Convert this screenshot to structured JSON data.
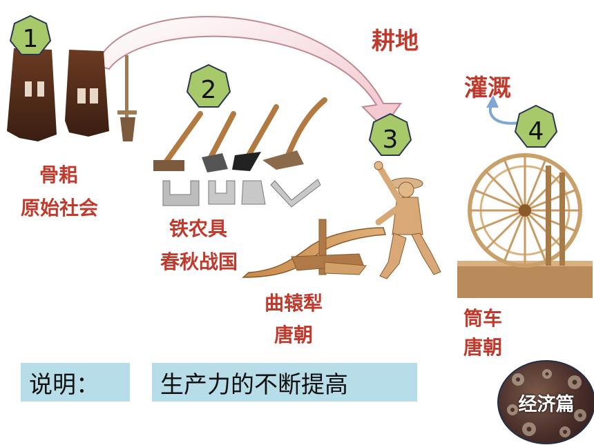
{
  "steps": [
    {
      "num": "1",
      "tool": "骨耜",
      "era": "原始社会"
    },
    {
      "num": "2",
      "tool": "铁农具",
      "era": "春秋战国"
    },
    {
      "num": "3",
      "tool": "曲辕犁",
      "era": "唐朝"
    },
    {
      "num": "4",
      "tool": "筒车",
      "era": "唐朝"
    }
  ],
  "annotations": {
    "plowing": "耕地",
    "irrigation": "灌溉"
  },
  "note": {
    "label": "说明：",
    "text": "生产力的不断提高"
  },
  "badge": {
    "text": "经济篇"
  },
  "colors": {
    "label_red": "#c0392b",
    "heptagon_fill": "#a8c96a",
    "note_bg": "#b7dde8",
    "arrow_fill": "#f2c9cf"
  }
}
